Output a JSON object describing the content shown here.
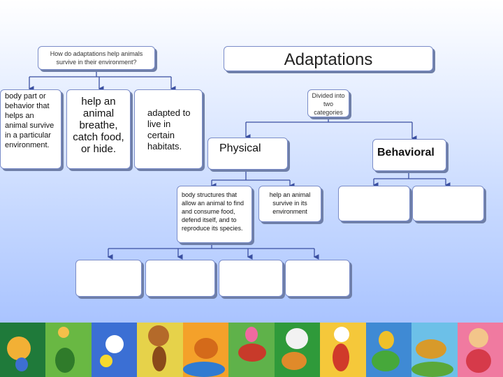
{
  "question": "How do adaptations help animals survive in their environment?",
  "title": "Adaptations",
  "definition": "body part or behavior that helps an animal survive in a particular environment.",
  "purpose": "help an animal breathe, catch food, or hide.",
  "habitat": "adapted to live in certain habitats.",
  "divided": "Divided into two categories",
  "physical": {
    "label": "Physical",
    "description": "body structures that allow an animal to find and consume food, defend itself, and to reproduce its species.",
    "example_boxes": [
      "",
      "",
      "",
      ""
    ]
  },
  "behavioral": {
    "label": "Behavioral",
    "description": "help an animal survive in its environment",
    "example_boxes": [
      "",
      ""
    ]
  },
  "colors": {
    "box_border": "#7a8cc8",
    "connector": "#3a4fa0",
    "background_top": "#ffffff",
    "background_bottom": "#a6bff8"
  }
}
